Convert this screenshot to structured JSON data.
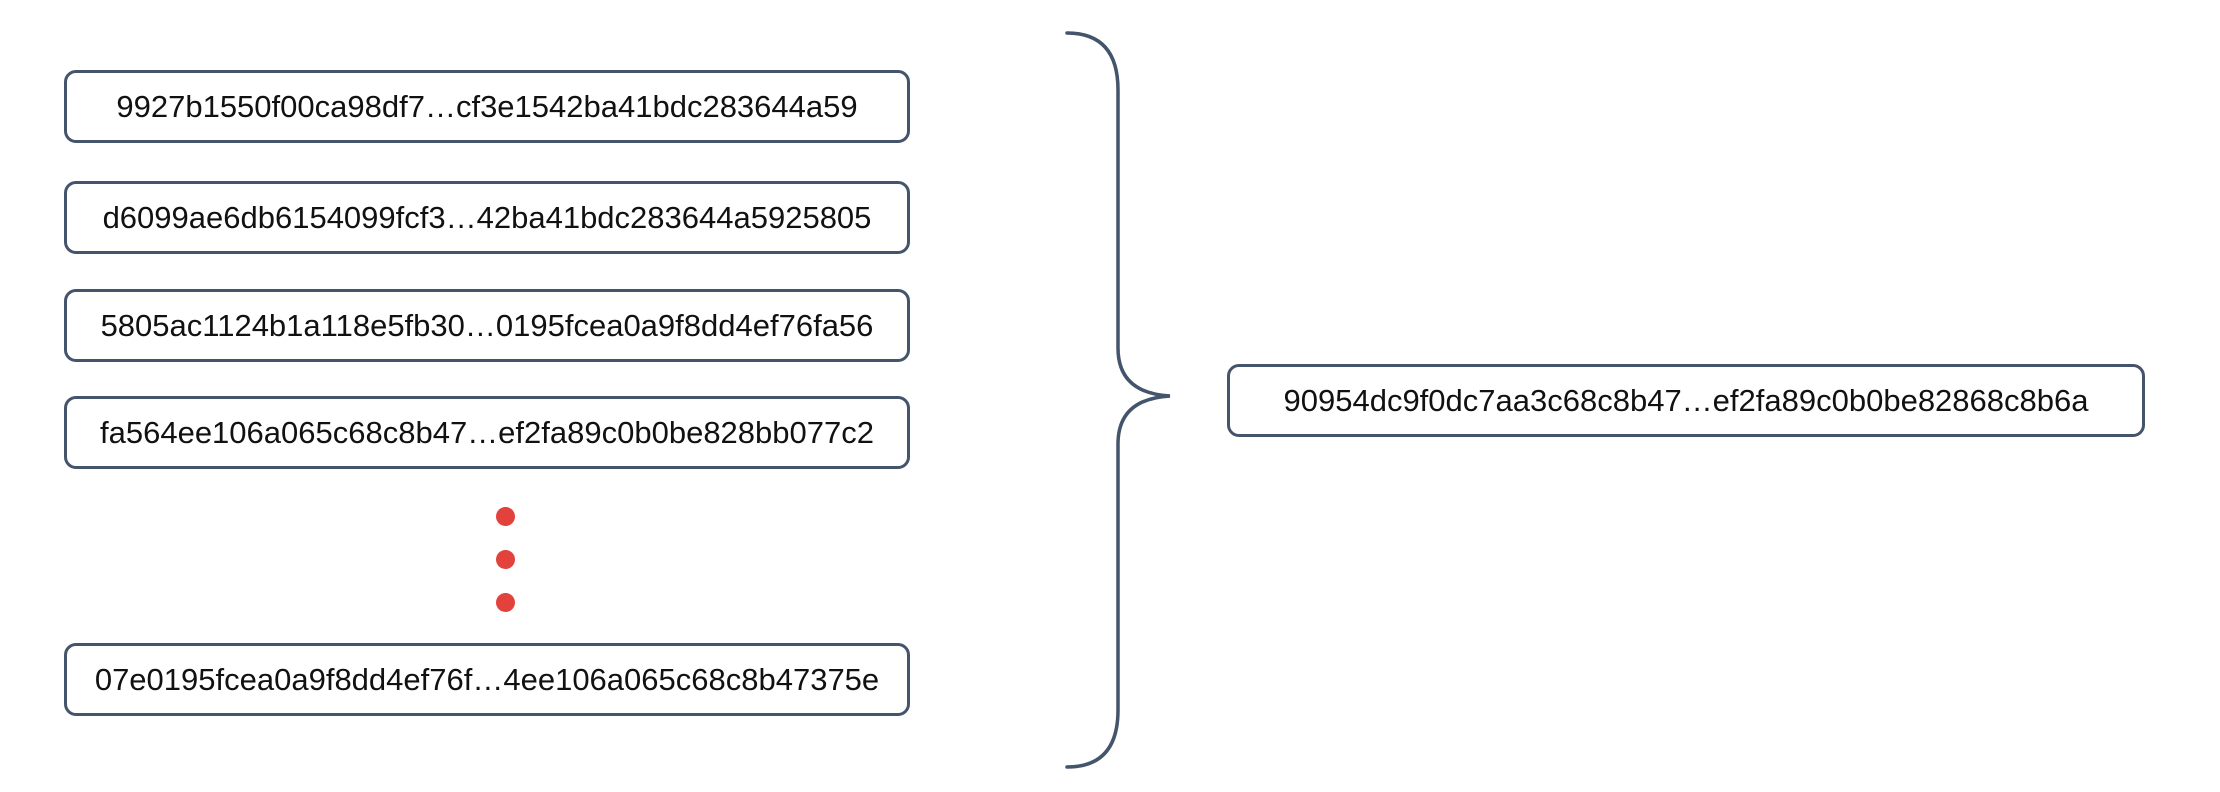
{
  "colors": {
    "border": "#44546a",
    "brace": "#44546a",
    "dot": "#e2413c",
    "text": "#111111",
    "background": "#ffffff"
  },
  "diagram": {
    "description_hint": "list of hash values combined by a curly brace into one resulting hash value",
    "input_hashes": [
      "9927b1550f00ca98df7…cf3e1542ba41bdc283644a59",
      "d6099ae6db6154099fcf3…42ba41bdc283644a5925805",
      "5805ac1124b1a118e5fb30…0195fcea0a9f8dd4ef76fa56",
      "fa564ee106a065c68c8b47…ef2fa89c0b0be828bb077c2",
      "07e0195fcea0a9f8dd4ef76f…4ee106a065c68c8b47375e"
    ],
    "ellipsis_dot_count": 3,
    "output_hash": "90954dc9f0dc7aa3c68c8b47…ef2fa89c0b0be82868c8b6a"
  }
}
